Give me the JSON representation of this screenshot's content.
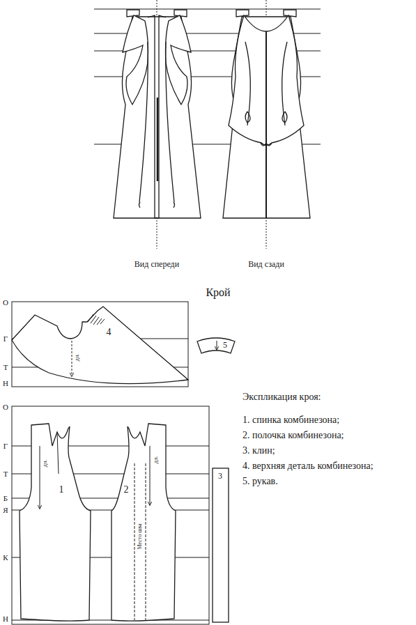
{
  "diagram": {
    "labels": [
      "Вид спереди",
      "Вид сзади",
      "Крой",
      "О",
      "Г",
      "Т",
      "Н",
      "4",
      "дн.",
      "5",
      "О",
      "Г",
      "Т",
      "Б",
      "Я",
      "К",
      "Н",
      "дн.",
      "1",
      "2",
      "дн.",
      "Место шва",
      "3",
      "Экспликация кроя:",
      "1. спинка комбинезона;",
      "2. полочка комбинезона;",
      "3. клин;",
      "4. верхняя деталь комбинезона;",
      "5. рукав."
    ]
  }
}
